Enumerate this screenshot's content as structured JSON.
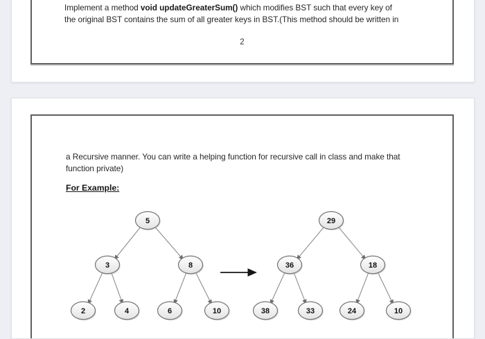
{
  "document": {
    "page1": {
      "line1_pre": "Implement a method ",
      "line1_bold": "void updateGreaterSum()",
      "line1_post": " which modifies BST such that every key of",
      "line2": "the original BST contains the sum of all greater keys in BST.(This method should be written in",
      "page_number": "2"
    },
    "page2": {
      "line1": "a Recursive manner. You can write a helping function for recursive call in class and make that",
      "line2": "function private)",
      "heading": "For Example:"
    }
  },
  "diagram": {
    "type": "binary-tree-transformation",
    "description": "BST before and after updateGreaterSum",
    "before_tree": {
      "levels": [
        [
          "5"
        ],
        [
          "3",
          "8"
        ],
        [
          "2",
          "4",
          "6",
          "10"
        ]
      ]
    },
    "after_tree": {
      "levels": [
        [
          "29"
        ],
        [
          "36",
          "18"
        ],
        [
          "38",
          "33",
          "24",
          "10"
        ]
      ]
    }
  },
  "colors": {
    "background": "#edeff4",
    "page": "#ffffff",
    "scan_border": "#5f5f5f",
    "text": "#262626",
    "node_stroke": "#767676",
    "edge": "#8d8d8d",
    "arrow": "#161616"
  }
}
